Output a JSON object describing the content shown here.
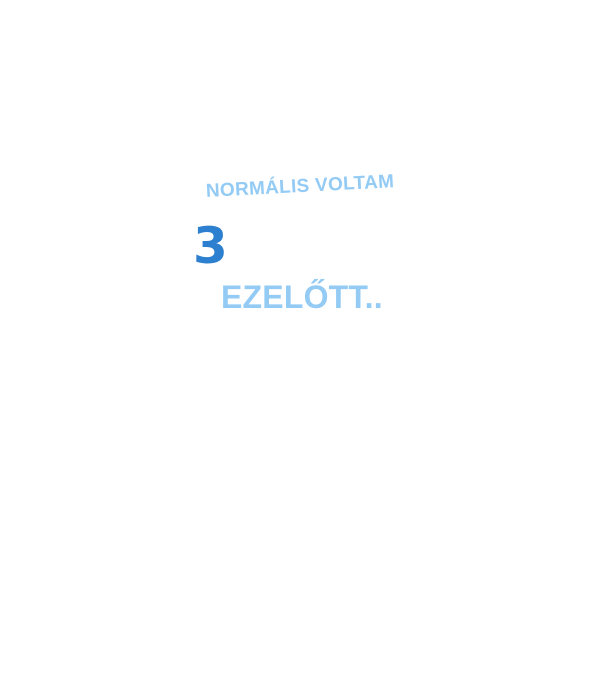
{
  "graphic": {
    "line_top": "NORMÁLIS VOLTAM",
    "number": "3",
    "line_bottom": "EZELŐTT.."
  },
  "colors": {
    "background": "#ffffff",
    "light_blue": "#93CBF5",
    "dark_blue": "#2D7FCF"
  }
}
